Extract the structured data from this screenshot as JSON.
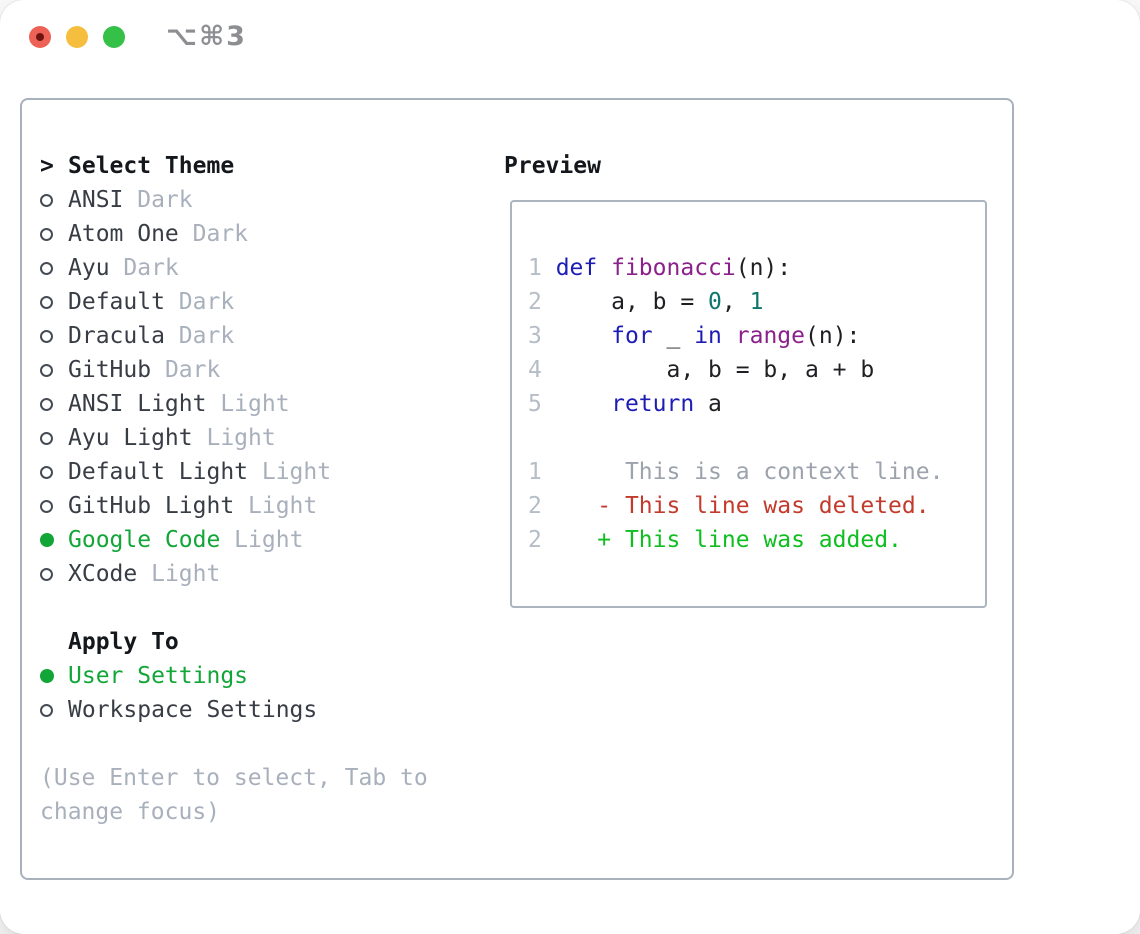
{
  "window": {
    "title": "⌥⌘3",
    "controls": [
      {
        "id": "close",
        "color": "#EE6156",
        "unsaved_indicator": true
      },
      {
        "id": "minimize",
        "color": "#F5BE3E",
        "unsaved_indicator": false
      },
      {
        "id": "zoom",
        "color": "#35C148",
        "unsaved_indicator": false
      }
    ]
  },
  "theme_panel": {
    "heading_marker": ">",
    "heading": "Select Theme",
    "items": [
      {
        "name": "ANSI",
        "tag": "Dark",
        "selected": false
      },
      {
        "name": "Atom One",
        "tag": "Dark",
        "selected": false
      },
      {
        "name": "Ayu",
        "tag": "Dark",
        "selected": false
      },
      {
        "name": "Default",
        "tag": "Dark",
        "selected": false
      },
      {
        "name": "Dracula",
        "tag": "Dark",
        "selected": false
      },
      {
        "name": "GitHub",
        "tag": "Dark",
        "selected": false
      },
      {
        "name": "ANSI Light",
        "tag": "Light",
        "selected": false
      },
      {
        "name": "Ayu Light",
        "tag": "Light",
        "selected": false
      },
      {
        "name": "Default Light",
        "tag": "Light",
        "selected": false
      },
      {
        "name": "GitHub Light",
        "tag": "Light",
        "selected": false
      },
      {
        "name": "Google Code",
        "tag": "Light",
        "selected": true
      },
      {
        "name": "XCode",
        "tag": "Light",
        "selected": false
      }
    ]
  },
  "apply_to": {
    "heading": "Apply To",
    "options": [
      {
        "label": "User Settings",
        "selected": true
      },
      {
        "label": "Workspace Settings",
        "selected": false
      }
    ]
  },
  "help_lines": [
    "(Use Enter to select, Tab to",
    "change focus)"
  ],
  "preview": {
    "heading": "Preview",
    "code_lines": [
      {
        "num": "1",
        "tokens": [
          {
            "c": "kwd",
            "t": "def"
          },
          {
            "c": "plain",
            "t": " "
          },
          {
            "c": "typ",
            "t": "fibonacci"
          },
          {
            "c": "plain",
            "t": "(n):"
          }
        ]
      },
      {
        "num": "2",
        "tokens": [
          {
            "c": "plain",
            "t": "    a, b = "
          },
          {
            "c": "lit",
            "t": "0"
          },
          {
            "c": "plain",
            "t": ", "
          },
          {
            "c": "lit",
            "t": "1"
          }
        ]
      },
      {
        "num": "3",
        "tokens": [
          {
            "c": "plain",
            "t": "    "
          },
          {
            "c": "kwd",
            "t": "for"
          },
          {
            "c": "plain",
            "t": " _ "
          },
          {
            "c": "kwd",
            "t": "in"
          },
          {
            "c": "plain",
            "t": " "
          },
          {
            "c": "typ",
            "t": "range"
          },
          {
            "c": "plain",
            "t": "(n):"
          }
        ]
      },
      {
        "num": "4",
        "tokens": [
          {
            "c": "plain",
            "t": "        a, b = b, a + b"
          }
        ]
      },
      {
        "num": "5",
        "tokens": [
          {
            "c": "plain",
            "t": "    "
          },
          {
            "c": "kwd",
            "t": "return"
          },
          {
            "c": "plain",
            "t": " a"
          }
        ]
      }
    ],
    "diff_lines": [
      {
        "num": "1",
        "marker": " ",
        "text": "This is a context line.",
        "kind": "context"
      },
      {
        "num": "2",
        "marker": "-",
        "text": "This line was deleted.",
        "kind": "deleted"
      },
      {
        "num": "2",
        "marker": "+",
        "text": "This line was added.",
        "kind": "added"
      }
    ]
  },
  "colors": {
    "accent-green": "#12A638",
    "muted": "#A8B0BC",
    "panel-border": "#A9B1BC",
    "line-number": "#B5BDC7",
    "syntax-keyword": "#1D1DB5",
    "syntax-function": "#8B1F8B",
    "syntax-literal": "#0D766D",
    "diff-added": "#0FBE20",
    "diff-deleted": "#C23B2C",
    "diff-context": "#9CA3AD",
    "traffic-red": "#EE6156",
    "traffic-yellow": "#F5BE3E",
    "traffic-green": "#35C148"
  }
}
